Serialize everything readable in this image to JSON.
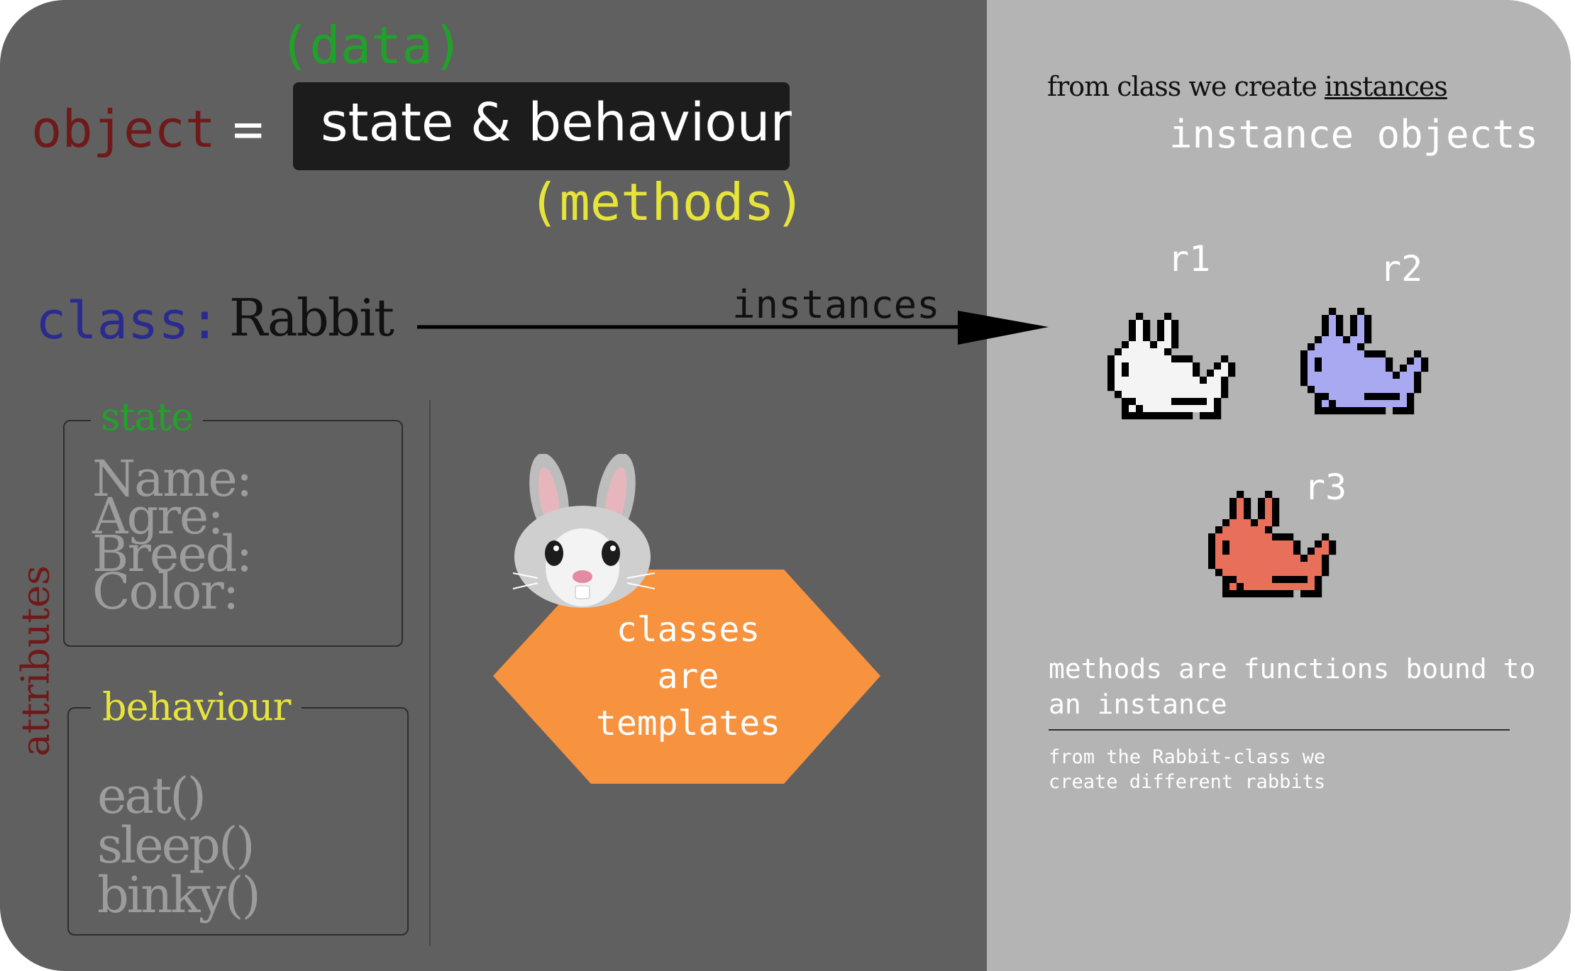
{
  "top": {
    "data_label": "(data)",
    "object_label": "object",
    "equals": "=",
    "state_behaviour": "state & behaviour",
    "methods_label": "(methods)"
  },
  "class_row": {
    "class_keyword": "class:",
    "class_name": "Rabbit",
    "arrow_label": "instances"
  },
  "state_group": {
    "legend": "state",
    "attributes": [
      "Name:",
      "Agre:",
      "Breed:",
      "Color:"
    ]
  },
  "behaviour_group": {
    "legend": "behaviour",
    "methods": [
      "eat()",
      "sleep()",
      "binky()"
    ]
  },
  "side_label": "attributes",
  "hexagon": {
    "lines": [
      "classes",
      "are",
      "templates"
    ],
    "color": "#f7923e"
  },
  "right_panel": {
    "from_class_prefix": "from class we create ",
    "from_class_link": "instances",
    "instance_objects": "instance objects",
    "rabbits": [
      {
        "label": "r1",
        "color": "#f4f4f4"
      },
      {
        "label": "r2",
        "color": "#a9a9f2"
      },
      {
        "label": "r3",
        "color": "#e8705a"
      }
    ],
    "methods_note": "methods are functions bound to an instance",
    "rabbit_class_note": "from the Rabbit-class we create different rabbits"
  },
  "colors": {
    "left_bg": "#606060",
    "right_bg": "#b4b4b4",
    "data_green": "#22a12a",
    "methods_yellow": "#e6e43a",
    "object_red": "#6e1a1a",
    "class_blue": "#2b2b8f"
  },
  "icons": [
    "rabbit-face-icon",
    "pixel-rabbit-icon"
  ]
}
